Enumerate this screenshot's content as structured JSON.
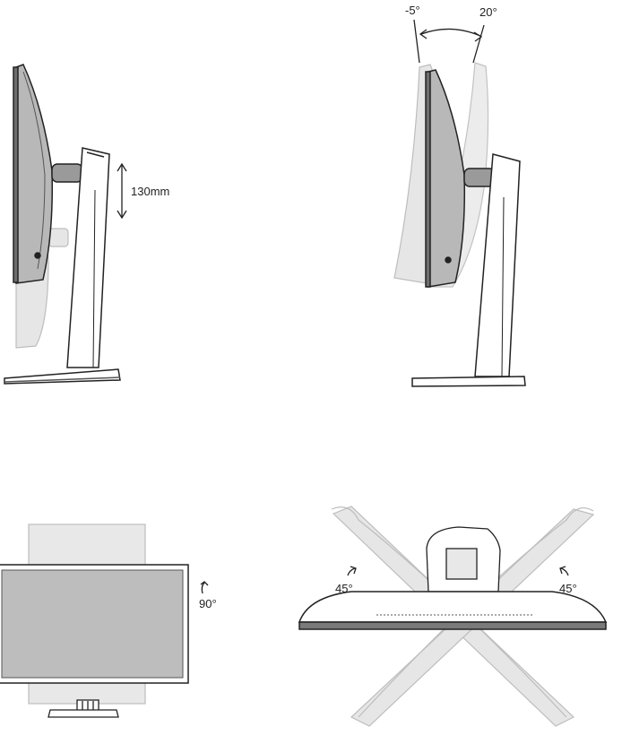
{
  "height": {
    "value": "130mm"
  },
  "tilt": {
    "back": "-5°",
    "forward": "20°"
  },
  "pivot": {
    "angle": "90°"
  },
  "swivel": {
    "left": "45°",
    "right": "45°"
  },
  "colors": {
    "outline": "#222222",
    "screen_fill": "#bdbdbd",
    "ghost_fill": "#e3e3e3",
    "ghost_stroke": "#b8b8b8",
    "panel_dark": "#8e8e8e"
  }
}
